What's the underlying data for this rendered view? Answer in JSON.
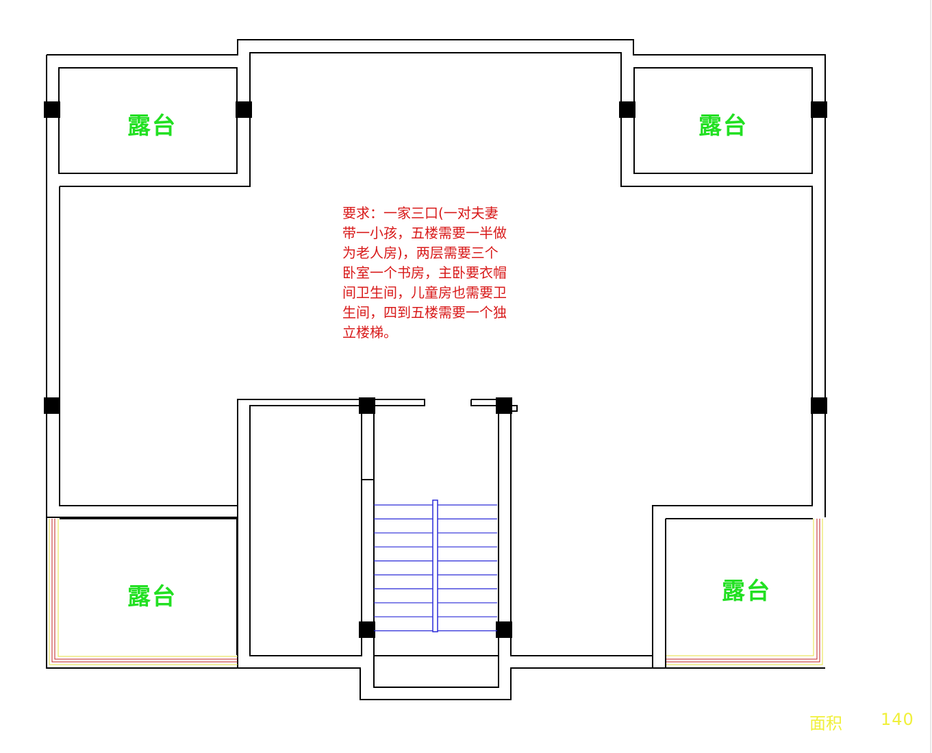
{
  "labels": {
    "terrace_top_left": "露台",
    "terrace_top_right": "露台",
    "terrace_bottom_left": "露台",
    "terrace_bottom_right": "露台"
  },
  "note_lines": [
    "要求：一家三口(一对夫妻",
    "带一小孩，五楼需要一半做",
    "为老人房)，两层需要三个",
    "卧室一个书房，主卧要衣帽",
    "间卫生间，儿童房也需要卫",
    "生间，四到五楼需要一个独",
    "立楼梯。"
  ],
  "area": {
    "label": "面积",
    "value": "140"
  },
  "colors": {
    "wall": "#000000",
    "terrace_text": "#22e022",
    "note_text": "#d81a1a",
    "area_text": "#f0f03a",
    "stair": "#2a2ad8",
    "railing_red": "#c02020",
    "railing_yellow": "#e6e23c"
  }
}
